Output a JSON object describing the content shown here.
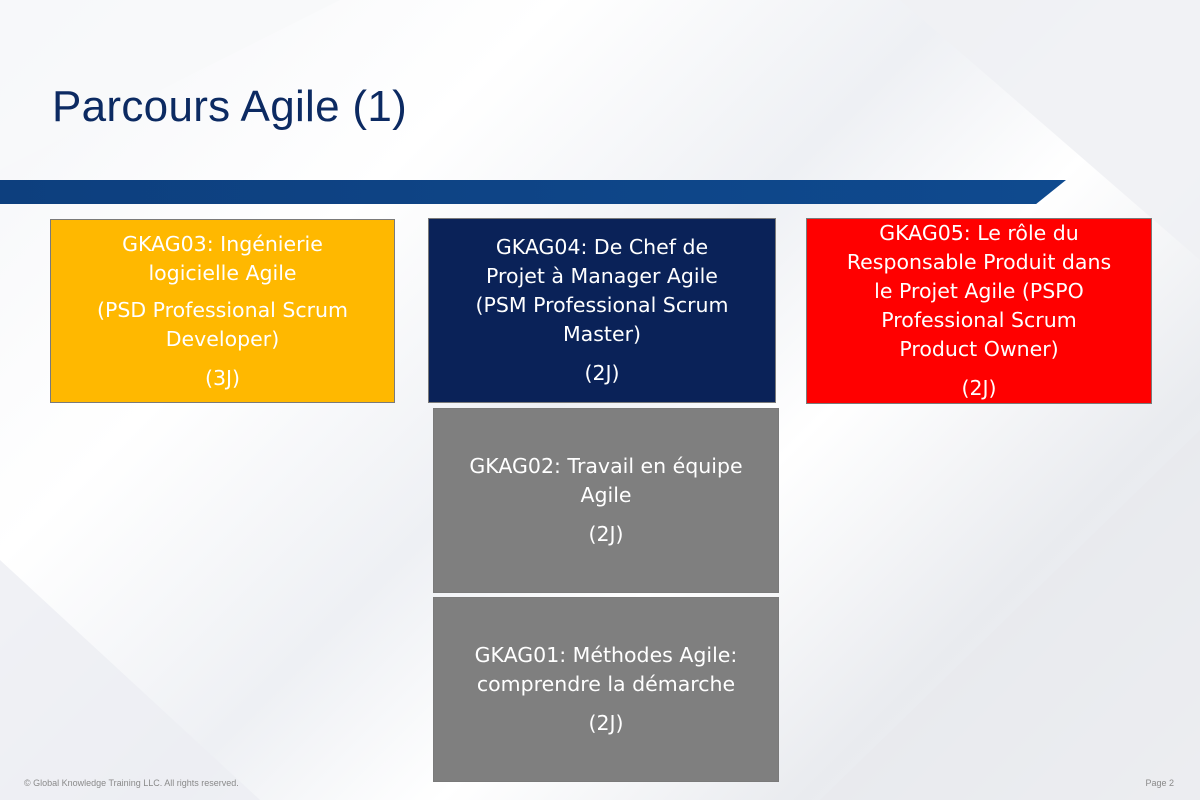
{
  "slide": {
    "title": "Parcours Agile (1)",
    "footer_left": "© Global Knowledge  Training LLC. All rights reserved.",
    "footer_right": "Page 2"
  },
  "courses": {
    "gkag03": {
      "name": "GKAG03: Ingénierie\nlogicielle Agile",
      "subtitle": "(PSD Professional Scrum\nDeveloper)",
      "duration": "(3J)",
      "color": "#ffb800"
    },
    "gkag04": {
      "name": "GKAG04: De Chef de\nProjet à Manager Agile\n(PSM Professional Scrum\nMaster)",
      "duration": "(2J)",
      "color": "#0a2258"
    },
    "gkag05": {
      "name": "GKAG05: Le rôle du\nResponsable Produit dans\nle Projet Agile (PSPO\nProfessional Scrum\nProduct Owner)",
      "duration": "(2J)",
      "color": "#ff0000"
    },
    "gkag02": {
      "name": "GKAG02: Travail en équipe\nAgile",
      "duration": "(2J)",
      "color": "#7f7f7f"
    },
    "gkag01": {
      "name": "GKAG01: Méthodes Agile:\ncomprendre la démarche",
      "duration": "(2J)",
      "color": "#7f7f7f"
    }
  },
  "colors": {
    "title": "#0c2a62",
    "banner": "#0d3f7e"
  }
}
